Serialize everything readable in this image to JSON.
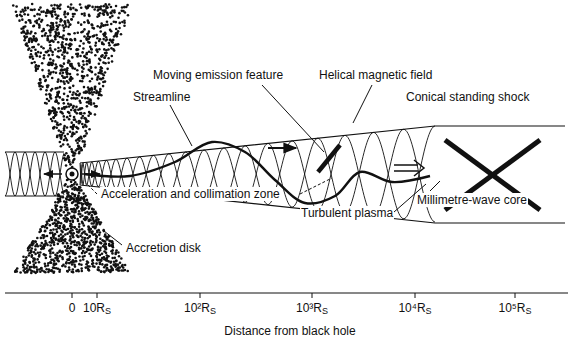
{
  "diagram": {
    "labels": [
      "Moving emission feature",
      "Helical magnetic field",
      "Streamline",
      "Conical standing shock",
      "Acceleration and collimation zone",
      "Millimetre-wave core",
      "Turbulent plasma",
      "Accretion disk",
      "0",
      "10RS",
      "10²RS",
      "10³RS",
      "10⁴RS",
      "10⁵RS",
      "Distance from black hole"
    ]
  }
}
